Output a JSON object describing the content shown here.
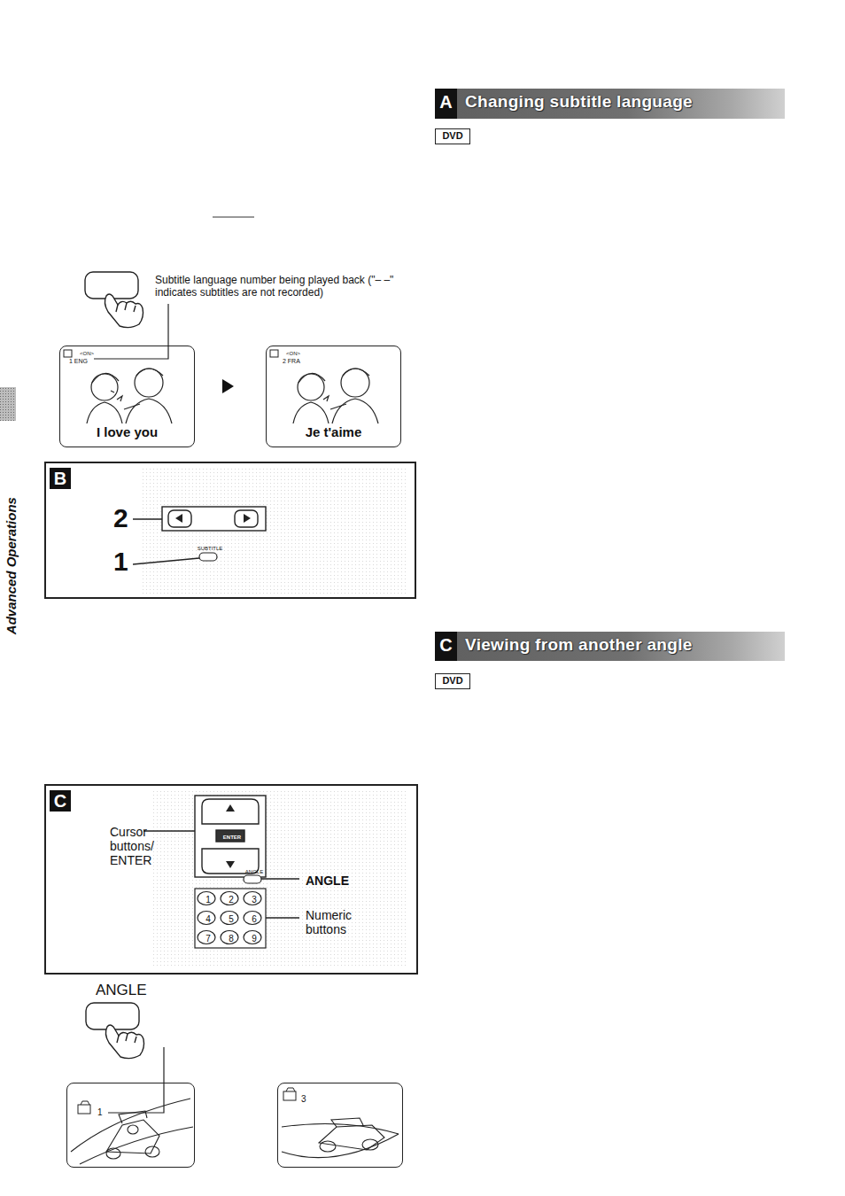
{
  "diagram": {
    "nodes": [
      {
        "text": [
          "A",
          "Changing subtitle language"
        ]
      },
      {
        "text": [
          "DVD"
        ]
      },
      {
        "text": [
          "<ON>",
          "1 ENG",
          "I love you"
        ]
      },
      {
        "text": [
          "<ON>",
          "2 FRA",
          "Je t'aime"
        ]
      },
      {
        "text": [
          "B",
          "2",
          "1",
          "SUBTITLE"
        ]
      },
      {
        "text": [
          "C",
          "Viewing from another angle"
        ]
      },
      {
        "text": [
          "DVD"
        ]
      },
      {
        "text": [
          "C",
          "Cursor buttons/ ENTER",
          "ENTER",
          "ANGLE",
          "ANGLE",
          "1",
          "2",
          "3",
          "4",
          "5",
          "6",
          "7",
          "8",
          "9",
          "Numeric buttons"
        ]
      },
      {
        "text": [
          "1"
        ]
      },
      {
        "text": [
          "3"
        ]
      }
    ],
    "labels": [
      "Subtitle language number being played back (\"– –\" indicates subtitles are not recorded)",
      "Advanced Operations",
      "ANGLE"
    ]
  }
}
